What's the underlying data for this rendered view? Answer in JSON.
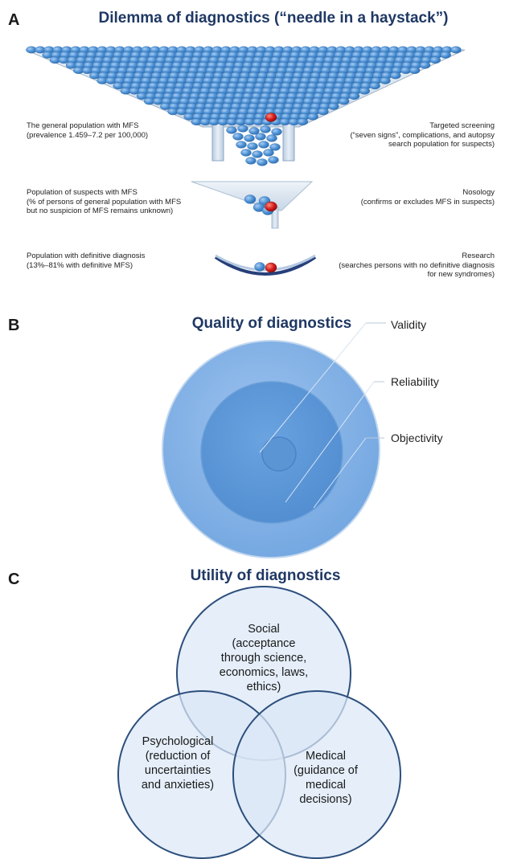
{
  "panels": {
    "a": {
      "letter": "A",
      "title": "Dilemma of diagnostics (“needle in a haystack”)",
      "left_notes": [
        "The general population with MFS\n(prevalence 1.459–7.2 per 100,000)",
        "Population of suspects with MFS\n(% of persons of general population with MFS\nbut no suspicion of MFS remains unknown)",
        "Population with definitive diagnosis\n(13%–81% with definitive MFS)"
      ],
      "right_notes": [
        "Targeted screening\n(“seven signs”, complications, and autopsy\nsearch population for suspects)",
        "Nosology\n(confirms or excludes MFS in suspects)",
        "Research\n(searches persons with no definitive diagnosis\nfor new syndromes)"
      ]
    },
    "b": {
      "letter": "B",
      "title": "Quality of diagnostics",
      "labels": [
        "Validity",
        "Reliability",
        "Objectivity"
      ]
    },
    "c": {
      "letter": "C",
      "title": "Utility of diagnostics",
      "circles": [
        "Social\n(acceptance\nthrough science,\neconomics, laws,\nethics)",
        "Psychological\n(reduction of\nuncertainties\nand anxieties)",
        "Medical\n(guidance of\nmedical\ndecisions)"
      ]
    }
  },
  "colors": {
    "title": "#1f3864",
    "ball": "#4f93d6",
    "ball_highlight": "#cc1a1a",
    "target_outer": "#7fb0e6",
    "target_mid": "#5b97d8",
    "venn_fill": "#dbe8f6",
    "venn_stroke": "#2c4f7c"
  }
}
